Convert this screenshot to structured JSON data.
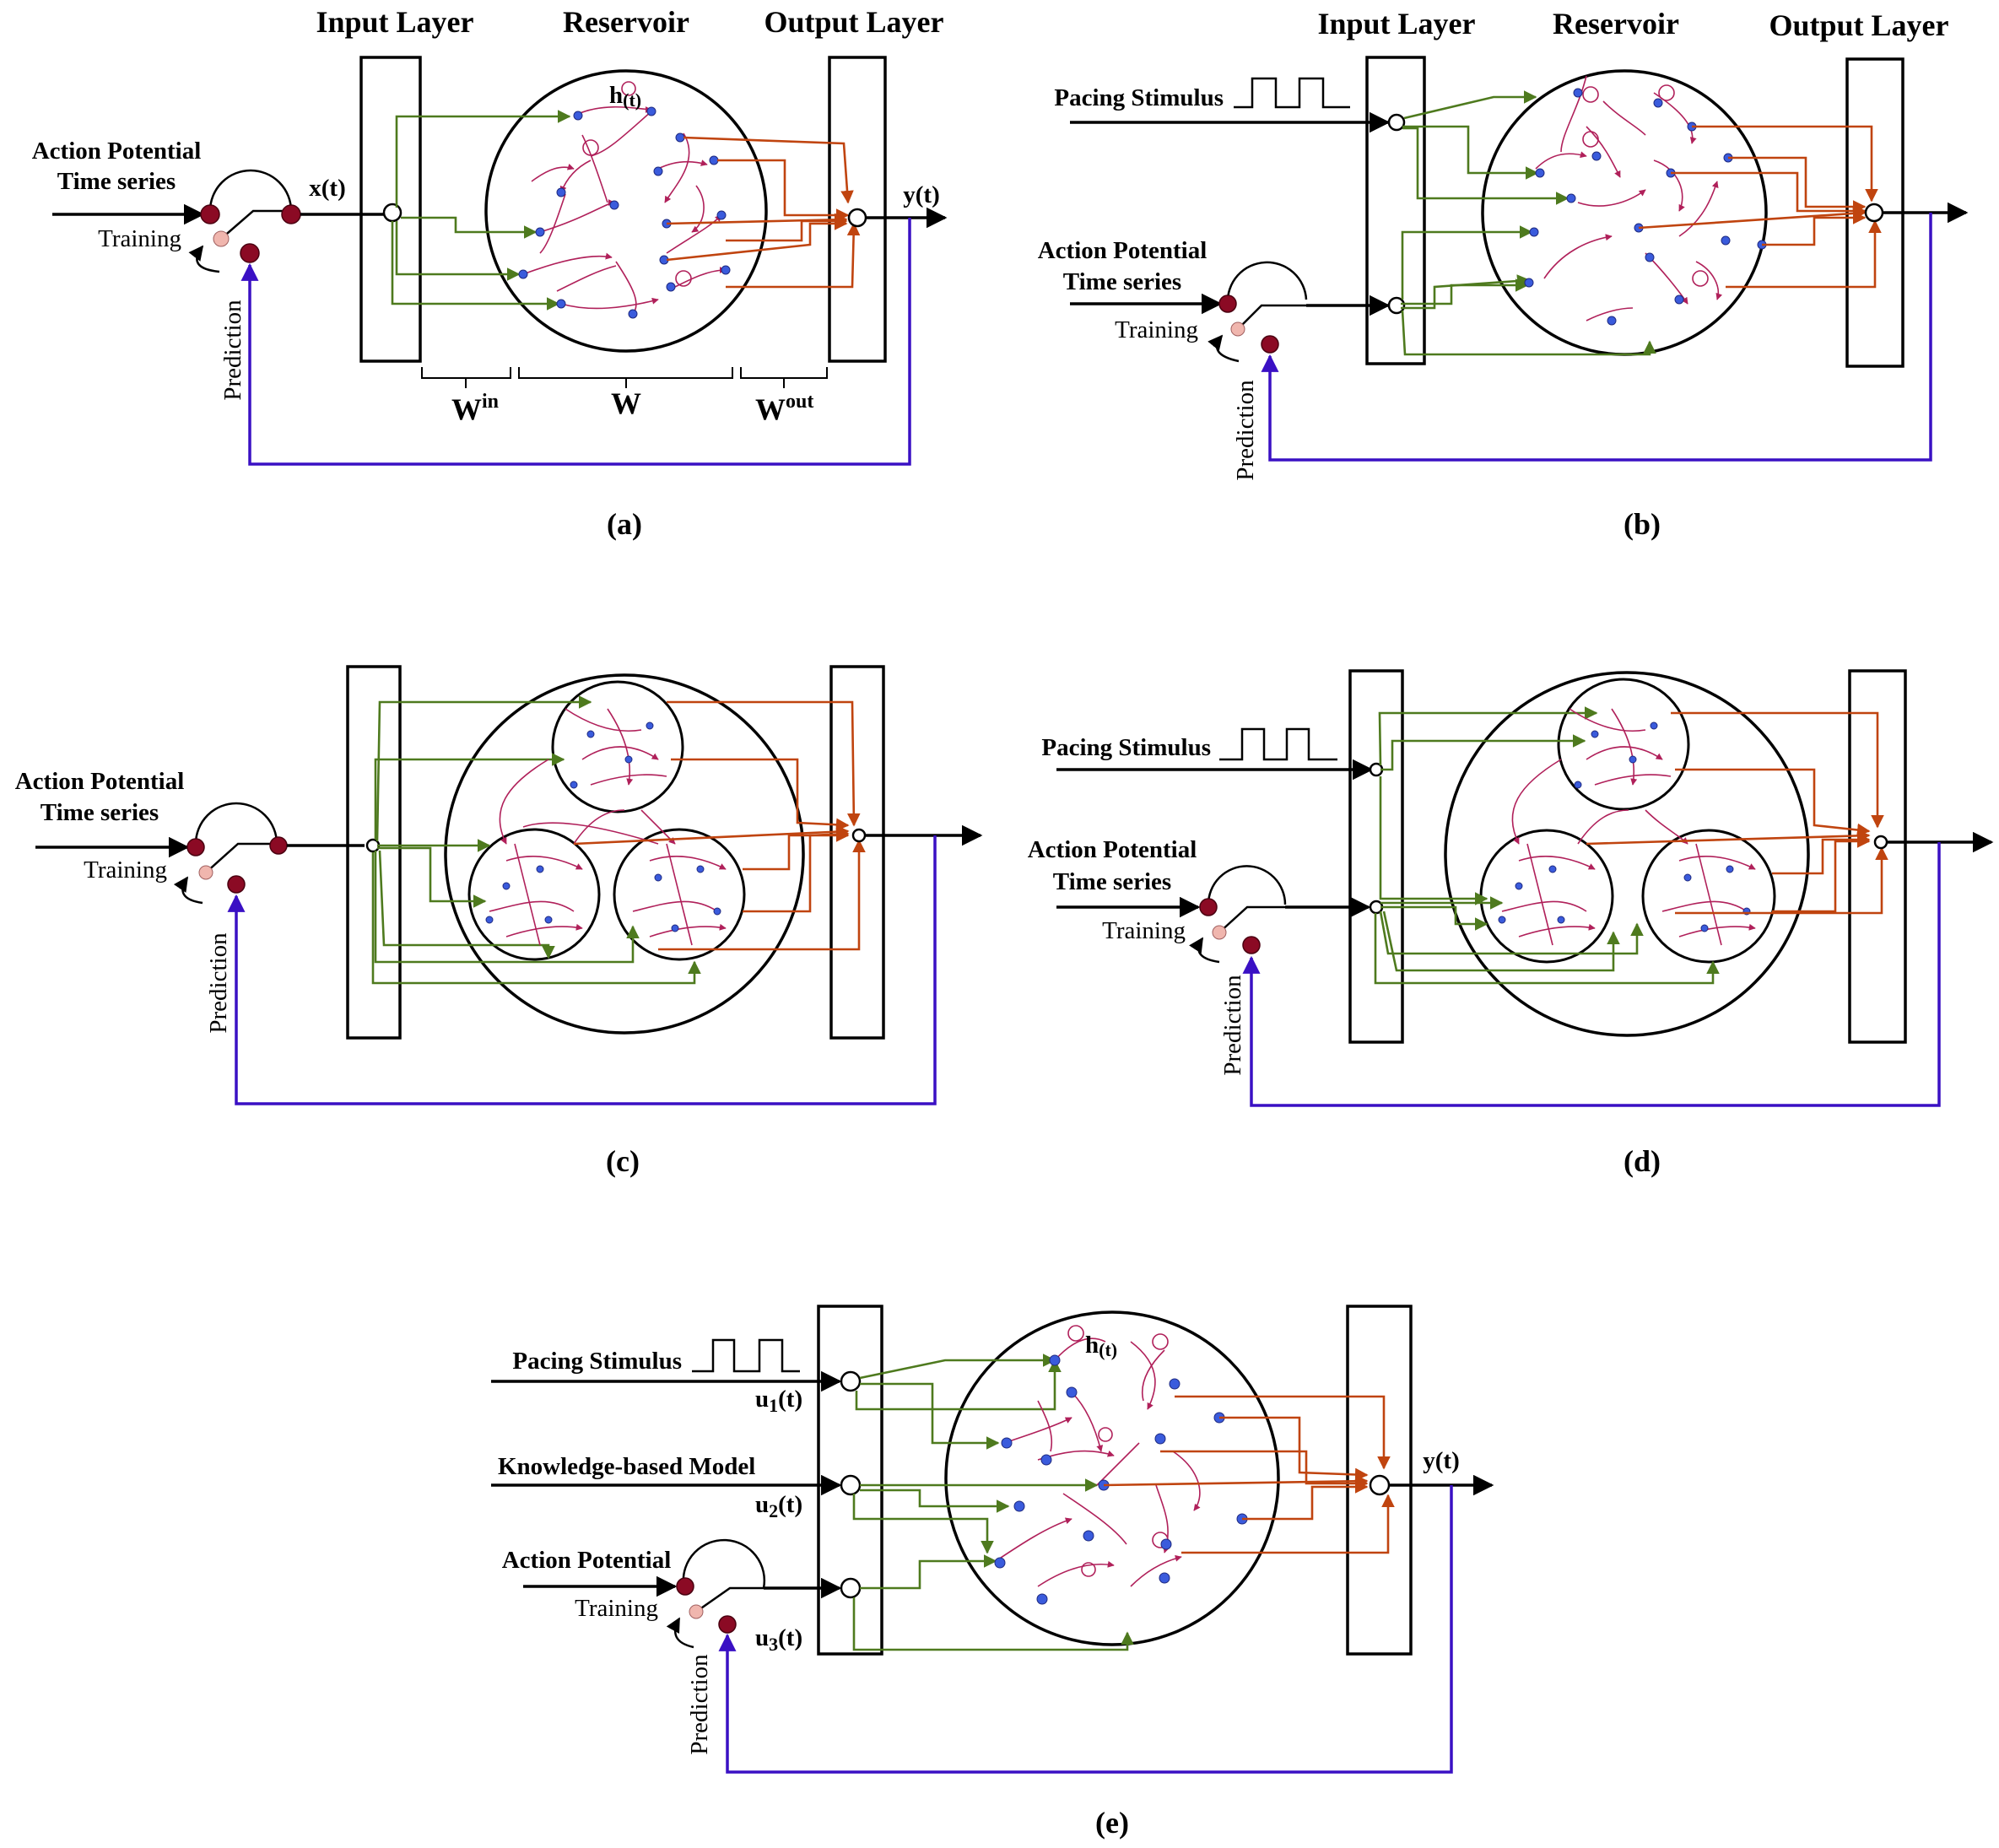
{
  "labels": {
    "input_layer": "Input Layer",
    "reservoir": "Reservoir",
    "output_layer": "Output Layer",
    "ap_line1": "Action Potential",
    "ap_line2": "Time series",
    "action_potential": "Action Potential",
    "training": "Training",
    "prediction": "Prediction",
    "pacing": "Pacing Stimulus",
    "knowledge": "Knowledge-based Model",
    "x_t": "x(t)",
    "y_t": "y(t)",
    "h_base": "h",
    "h_sub": "(t)",
    "w_base": "W",
    "w_in_sup": "in",
    "w_out_sup": "out",
    "u_base": "u",
    "u1_sub": "1",
    "u2_sub": "2",
    "u3_sub": "3",
    "u_suffix": "(t)"
  },
  "captions": {
    "a": "(a)",
    "b": "(b)",
    "c": "(c)",
    "d": "(d)",
    "e": "(e)"
  },
  "colors": {
    "input_weights": "#4e7a1e",
    "output_weights": "#c0440f",
    "feedback": "#3a10c4",
    "reservoir_links": "#b0205a",
    "reservoir_nodes": "#3a5bdc",
    "switch_nodes": "#8b0a24"
  }
}
